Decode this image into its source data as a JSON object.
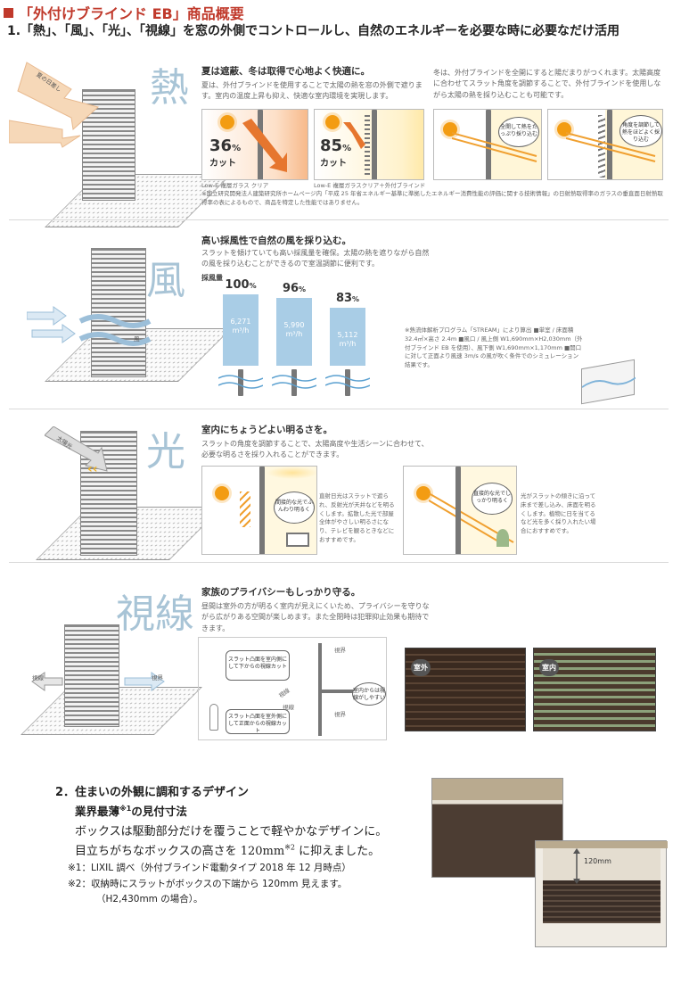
{
  "header": {
    "title": "「外付けブラインド EB」商品概要",
    "point1": "1.「熱」、「風」、「光」、「視線」を窓の外側でコントロールし、自然のエネルギーを必要な時に必要なだけ活用"
  },
  "heat": {
    "kanji": "熱",
    "arrow_label": "夏の日差し",
    "heading": "夏は遮蔽、冬は取得で心地よく快適に。",
    "text_left": "夏は、外付ブラインドを使用することで太陽の熱を窓の外側で遮ります。室内の温度上昇も抑え、快適な室内環境を実現します。",
    "text_right": "冬は、外付ブラインドを全開にすると陽だまりがつくれます。太陽高度に合わせてスラット角度を調節することで、外付ブラインドを使用しながら太陽の熱を採り込むことも可能です。",
    "panel1": {
      "pct": "36",
      "unit": "%",
      "cut": "カット",
      "caption": "Low-E 複層ガラス クリア"
    },
    "panel2": {
      "pct": "85",
      "unit": "%",
      "cut": "カット",
      "caption": "Low-E 複層ガラスクリア＋外付ブラインド"
    },
    "callout_a": "全開して熱をたっぷり採り込む",
    "callout_b": "角度を調節して熱をほどよく採り込む",
    "note": "※国立研究開発法人建築研究所ホームページ内「平成 25 年省エネルギー基準に準拠したエネルギー消費性能の評価に関する技術情報」の日射熱取得率のガラスの垂直面日射熱取得率の表によるもので、商品を特定した性能ではありません。"
  },
  "wind": {
    "kanji": "風",
    "wind_label": "風",
    "heading": "高い採風性で自然の風を採り込む。",
    "text": "スラットを傾けていても高い採風量を確保。太陽の熱を遮りながら自然の風を採り込むことができるので室温調節に便利です。",
    "axis_label": "採風量",
    "chart_data": {
      "type": "bar",
      "title": "",
      "xlabel": "",
      "ylabel": "採風量",
      "categories": [
        "100%",
        "96%",
        "83%"
      ],
      "series": [
        {
          "name": "",
          "values": [
            6271,
            5990,
            5112
          ]
        }
      ],
      "value_labels": [
        "6,271 m³/h",
        "5,990 m³/h",
        "5,112 m³/h"
      ],
      "percent_labels": [
        {
          "num": "100",
          "unit": "%"
        },
        {
          "num": "96",
          "unit": "%"
        },
        {
          "num": "83",
          "unit": "%"
        }
      ],
      "ylim": [
        0,
        6271
      ]
    },
    "note": "※熱流体解析プログラム「STREAM」により算出 ■単室 / 床面積 32.4㎡×高さ 2.4m ■風口 / 風上側 W1,690mm×H2,030mm（外付ブラインド EB を使用）、風下側 W1,690mm×1,170mm ■開口に対して正面より風速 3m/s の風が吹く条件でのシミュレーション結果です。"
  },
  "light": {
    "kanji": "光",
    "arrow_label": "太陽光",
    "heading": "室内にちょうどよい明るさを。",
    "text": "スラットの角度を調節することで、太陽高度や生活シーンに合わせて、必要な明るさを採り入れることができます。",
    "callout_a": "間接的な光でふんわり明るく",
    "callout_b": "直接的な光でしっかり明るく",
    "text_a": "直射日光はスラットで遮られ、反射光が天井などを明るくします。拡散した光で部屋全体がやさしい明るさになり、テレビを観るときなどにおすすめです。",
    "text_b": "光がスラットの傾きに沿って床まで差し込み、床面を明るくします。植物に日を当てるなど光を多く採り入れたい場合におすすめです。"
  },
  "sight": {
    "kanji": "視線",
    "label_left": "視線",
    "label_right": "視界",
    "heading": "家族のプライバシーもしっかり守る。",
    "text": "昼間は室外の方が明るく室内が見えにくいため、プライバシーを守りながら広がりある空間が楽しめます。また全閉時は犯罪抑止効果も期待できます。",
    "callout_a": "スラット凸面を室内側にして下からの視線カット",
    "callout_b": "スラット凸面を室外側にして正面からの視線カット",
    "callout_c": "室内からは視線がしやすい",
    "diag_view1": "視界",
    "diag_view2": "視界",
    "diag_sight1": "視線",
    "diag_sight2": "視線",
    "photo_out": "室外",
    "photo_in": "室内"
  },
  "design": {
    "heading": "2．住まいの外観に調和するデザイン",
    "subheading_pre": "業界最薄",
    "subheading_sup": "※1",
    "subheading_post": "の見付寸法",
    "line1": "ボックスは駆動部分だけを覆うことで軽やかなデザインに。",
    "line2_pre": "目立ちがちなボックスの高さを 120mm",
    "line2_sup": "※2",
    "line2_post": " に抑えました。",
    "note1": "※1：LIXIL 調べ（外付ブラインド電動タイプ 2018 年 12 月時点）",
    "note2": "※2：収納時にスラットがボックスの下端から 120mm 見えます。",
    "note2b": "（H2,430mm の場合）。",
    "dim_label": "120mm"
  },
  "colors": {
    "accent": "#c0392b",
    "kanji": "#a8c4d6",
    "bar": "#a9cde6",
    "sun": "#f39c12"
  }
}
